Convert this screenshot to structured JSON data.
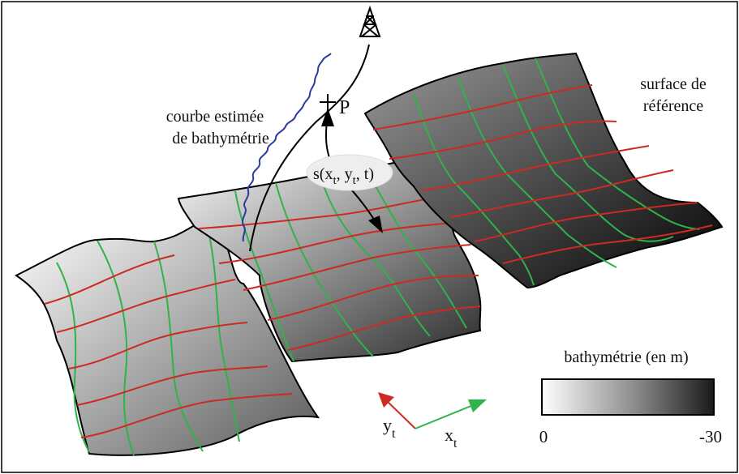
{
  "labels": {
    "surface_ref_line1": "surface de",
    "surface_ref_line2": "référence",
    "curve_line1": "courbe estimée",
    "curve_line2": "de bathymétrie",
    "point": "P",
    "signal_main": "s(x",
    "signal_sub1": "t",
    "signal_mid": ", y",
    "signal_sub2": "t",
    "signal_end": ", t)",
    "colorbar_title": "bathymétrie (en m)",
    "colorbar_min": "0",
    "colorbar_max": "-30",
    "axis_y": "y",
    "axis_y_sub": "t",
    "axis_x": "x",
    "axis_x_sub": "t"
  },
  "colors": {
    "grid_x": "#2fb34a",
    "grid_y": "#cc2a22",
    "estimated_curve": "#2b3c9e",
    "axis_y": "#cc2a22",
    "axis_x": "#2fb34a",
    "gradient_light": "#ffffff",
    "gradient_dark": "#000000"
  },
  "icons": {
    "antenna": "antenna-tower-icon"
  }
}
